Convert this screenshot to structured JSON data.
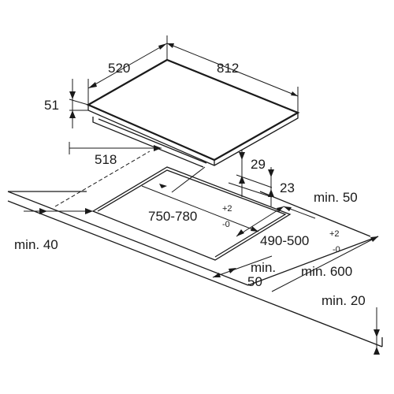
{
  "dimensions": {
    "hob_depth": "520",
    "hob_width": "812",
    "hob_height": "51",
    "frame_depth": "518",
    "below_depth_1": "29",
    "below_depth_2": "23",
    "cutout_width": "750-780",
    "cutout_width_tol_plus": "+2",
    "cutout_width_tol_minus": "-0",
    "cutout_depth": "490-500",
    "cutout_depth_tol_plus": "+2",
    "cutout_depth_tol_minus": "-0",
    "min_side_clearance": "min. 50",
    "min_front_clearance": "min. 40",
    "min_rear_clearance_a": "min.",
    "min_rear_clearance_b": "50",
    "min_worktop_depth": "min. 600",
    "min_worktop_thickness": "min. 20"
  },
  "colors": {
    "line": "#1a1a1a",
    "background": "#ffffff"
  }
}
